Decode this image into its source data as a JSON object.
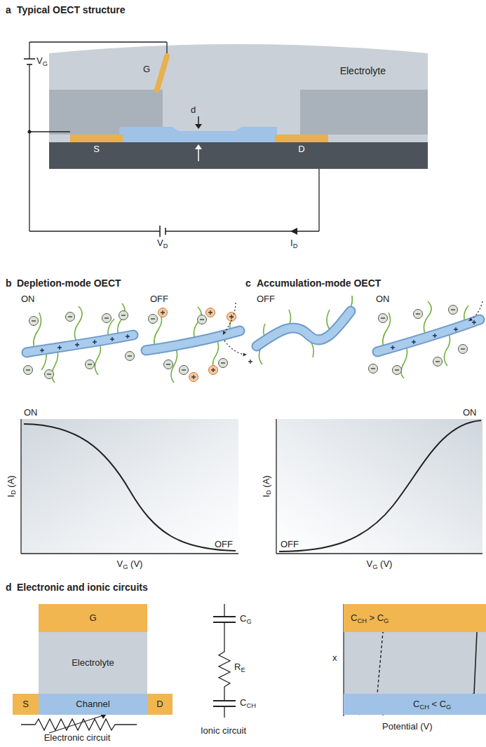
{
  "diagram": {
    "nodes": [
      {
        "text": [
          "Electrolyte"
        ]
      },
      {
        "text": [
          "S"
        ]
      },
      {
        "text": [
          "D"
        ]
      },
      {
        "text": [
          "G"
        ]
      },
      {
        "text": [
          "Electrolyte"
        ]
      },
      {
        "text": [
          "S"
        ]
      },
      {
        "text": [
          "Channel"
        ]
      },
      {
        "text": [
          "D"
        ]
      },
      {
        "text": [
          "CCH > CG"
        ]
      },
      {
        "text": [
          "CCH < CG"
        ]
      }
    ],
    "labels": [
      "a",
      "Typical OECT structure",
      "G",
      "VG",
      "d",
      "VD",
      "ID",
      "b",
      "Depletion-mode OECT",
      "c",
      "Accumulation-mode OECT",
      "ON",
      "OFF",
      "ID (A)",
      "VG (V)",
      "ON",
      "OFF",
      "OFF",
      "ON",
      "ID (A)",
      "VG (V)",
      "OFF",
      "ON",
      "d",
      "Electronic and ionic circuits",
      "Electronic circuit",
      "CG",
      "RE",
      "CCH",
      "Ionic circuit",
      "x",
      "Potential (V)"
    ]
  }
}
